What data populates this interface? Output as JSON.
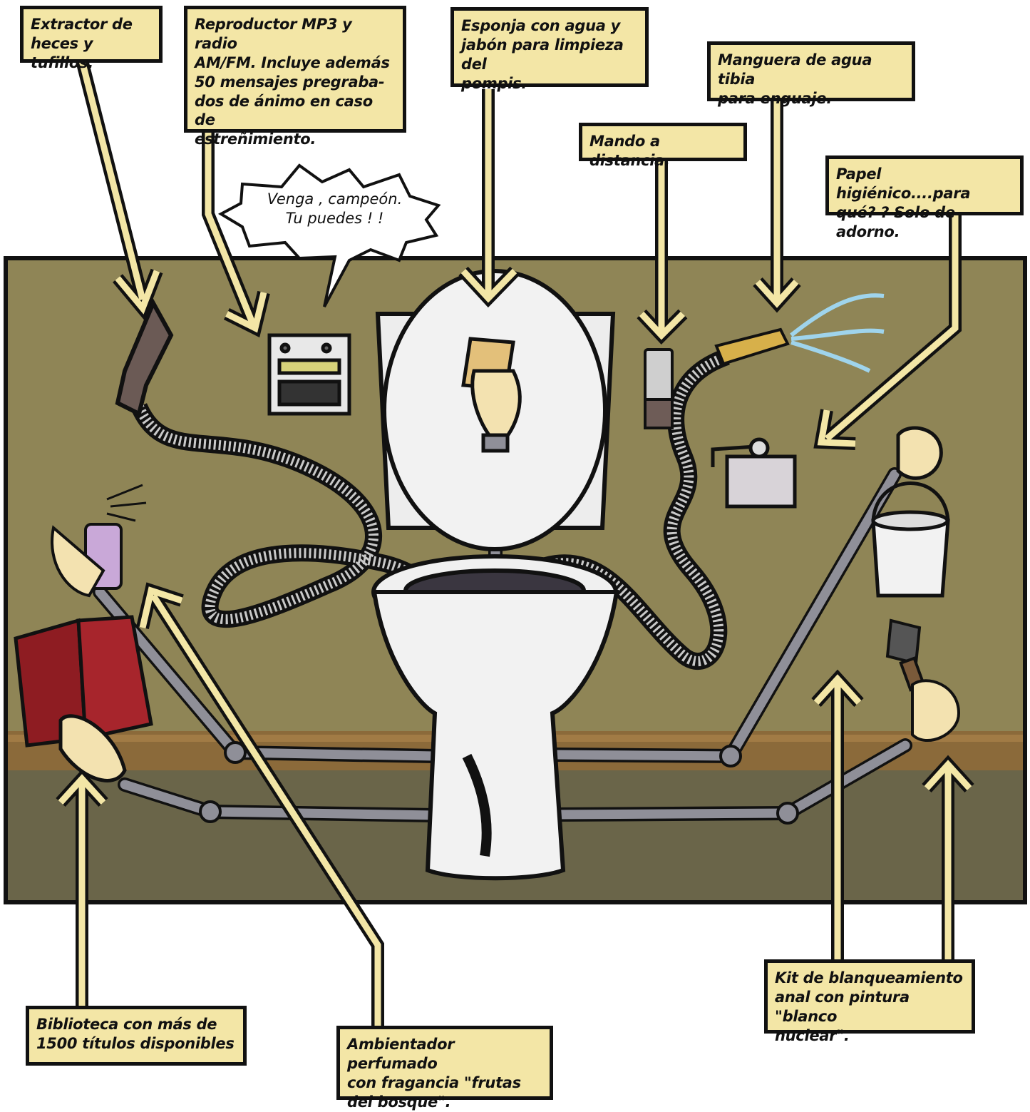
{
  "labels": {
    "extractor": [
      "Extractor de",
      "heces y tufillos."
    ],
    "mp3": [
      "Reproductor MP3 y radio",
      "AM/FM. Incluye además",
      "50 mensajes pregraba-",
      "dos de ánimo en caso de",
      "estreñimiento."
    ],
    "sponge": [
      "Esponja  con agua y",
      "jabón para limpieza del",
      "pompis."
    ],
    "hose": [
      "Manguera de agua tibia",
      "para enguaje."
    ],
    "remote": [
      "Mando a distancia."
    ],
    "paper": [
      "Papel higiénico....para",
      "qué? ? Solo de adorno."
    ],
    "library": [
      "Biblioteca con más de",
      "1500 títulos disponibles"
    ],
    "freshener": [
      "Ambientador perfumado",
      "con fragancia \"frutas",
      "del bosque\"."
    ],
    "kit": [
      "Kit de blanqueamiento",
      "anal con pintura \"blanco",
      "nuclear\"."
    ]
  },
  "speech_bubble": [
    "Venga , campeón.",
    "Tu puedes ! !"
  ],
  "colors": {
    "wall": "#8f8556",
    "baseboard": "#8b6a3a",
    "floor": "#6a6549",
    "label_bg": "#f3e6a6",
    "outline": "#111111",
    "book": "#8e1c22",
    "toilet": "#f2f2f2",
    "pipe": "#8f8f98",
    "skin": "#f3e2b0"
  },
  "icons": [
    "extractor-nozzle-icon",
    "mp3-radio-icon",
    "sponge-icon",
    "remote-control-icon",
    "hose-nozzle-icon",
    "toilet-paper-icon",
    "bucket-icon",
    "paintbrush-icon",
    "spray-bottle-icon",
    "book-icon",
    "toilet-icon"
  ]
}
